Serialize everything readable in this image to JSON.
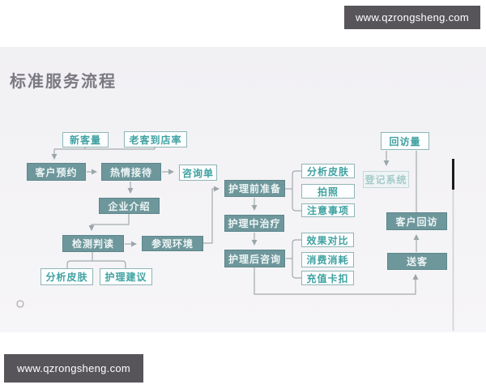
{
  "watermarks": {
    "top": "www.qzrongsheng.com",
    "bottom": "www.qzrongsheng.com"
  },
  "slide": {
    "title": "标准服务流程"
  },
  "colors": {
    "solid_node_fill": "#6e979c",
    "solid_node_border": "#5c868c",
    "solid_node_text": "#eef5f5",
    "outline_node_border": "#8fb5b7",
    "outline_node_text": "#3fa2a1",
    "faint_node_text": "#a3cbca",
    "connector_line": "#9aa3a6",
    "watermark_bg": "#57555a",
    "title_text": "#7a7880",
    "slide_bg": "#f4f3f5",
    "edge_bar_dark": "#1b1b1b"
  },
  "flowchart": {
    "nodes": {
      "new_customer_volume": "新客量",
      "returning_customer_rate": "老客到店率",
      "customer_booking": "客户预约",
      "warm_reception": "热情接待",
      "consultation_form": "咨询单",
      "company_introduction": "企业介绍",
      "test_interpretation": "检测判读",
      "tour_environment": "参观环境",
      "analyze_skin_left": "分析皮肤",
      "care_advice": "护理建议",
      "pre_care_preparation": "护理前准备",
      "mid_care_treatment": "护理中治疗",
      "post_care_consultation": "护理后咨询",
      "analyze_skin_right": "分析皮肤",
      "take_photos": "拍照",
      "precautions": "注意事项",
      "effect_comparison": "效果对比",
      "consumption_record": "消费消耗",
      "card_deduction": "充值卡扣",
      "revisit_volume": "回访量",
      "registration_system": "登记系统",
      "customer_revisit": "客户回访",
      "send_off": "送客"
    },
    "edges": [
      {
        "from": "new_customer_volume",
        "to": "customer_booking"
      },
      {
        "from": "returning_customer_rate",
        "to": "customer_booking"
      },
      {
        "from": "customer_booking",
        "to": "warm_reception"
      },
      {
        "from": "warm_reception",
        "to": "consultation_form"
      },
      {
        "from": "warm_reception",
        "to": "company_introduction"
      },
      {
        "from": "company_introduction",
        "to": "test_interpretation"
      },
      {
        "from": "test_interpretation",
        "to": "tour_environment"
      },
      {
        "from": "test_interpretation",
        "to": "analyze_skin_left"
      },
      {
        "from": "test_interpretation",
        "to": "care_advice"
      },
      {
        "from": "tour_environment",
        "to": "pre_care_preparation"
      },
      {
        "from": "pre_care_preparation",
        "to": "analyze_skin_right"
      },
      {
        "from": "pre_care_preparation",
        "to": "take_photos"
      },
      {
        "from": "pre_care_preparation",
        "to": "precautions"
      },
      {
        "from": "pre_care_preparation",
        "to": "mid_care_treatment"
      },
      {
        "from": "mid_care_treatment",
        "to": "post_care_consultation"
      },
      {
        "from": "post_care_consultation",
        "to": "effect_comparison"
      },
      {
        "from": "post_care_consultation",
        "to": "consumption_record"
      },
      {
        "from": "post_care_consultation",
        "to": "card_deduction"
      },
      {
        "from": "post_care_consultation",
        "to": "send_off"
      },
      {
        "from": "send_off",
        "to": "customer_revisit"
      },
      {
        "from": "customer_revisit",
        "to": "revisit_volume"
      },
      {
        "from": "revisit_volume",
        "to": "registration_system"
      }
    ]
  }
}
